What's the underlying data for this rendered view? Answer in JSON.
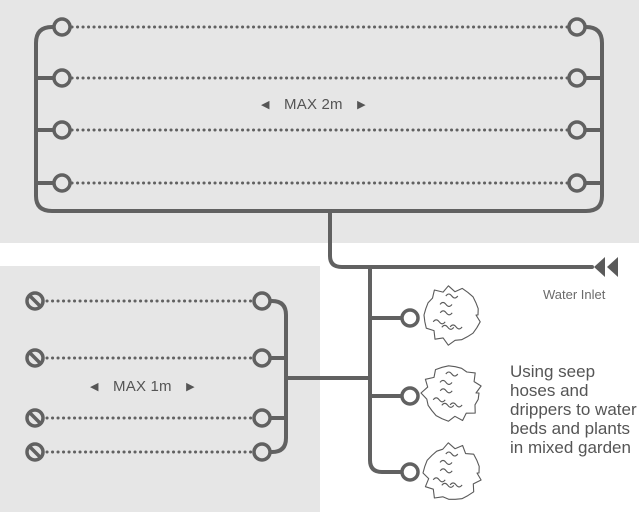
{
  "top_bed": {
    "max_label": "MAX 2m",
    "left_arrow": "◀",
    "right_arrow": "▶",
    "lines": 4
  },
  "bottom_bed": {
    "max_label": "MAX 1m",
    "left_arrow": "◀",
    "right_arrow": "▶",
    "lines": 4
  },
  "inlet": {
    "label": "Water Inlet",
    "icon": "double-left-arrow-icon"
  },
  "drippers": {
    "count": 3,
    "icon": "shrub-icon"
  },
  "description": "Using seep hoses and drippers to water beds and plants in mixed garden",
  "colors": {
    "pipe": "#616161",
    "panel": "#e6e6e6",
    "text": "#555555"
  }
}
